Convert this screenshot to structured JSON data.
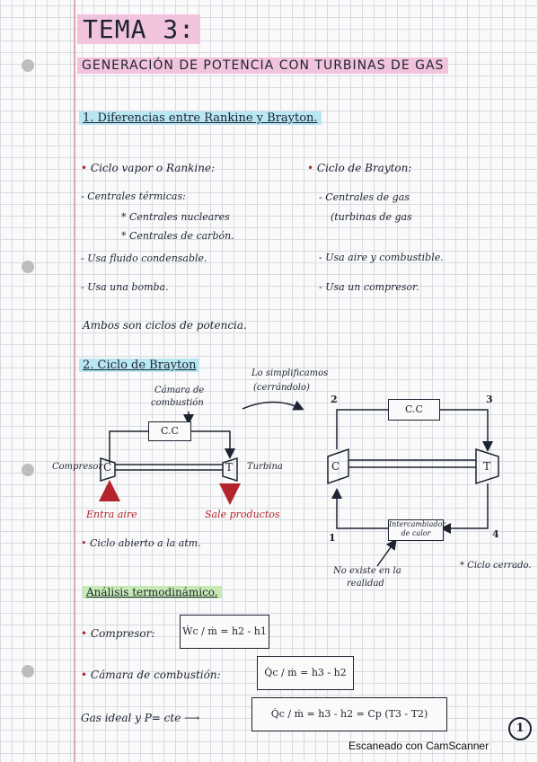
{
  "title": "TEMA 3:",
  "subtitle": "GENERACIÓN DE POTENCIA CON TURBINAS DE GAS",
  "section1": {
    "heading": "1. Diferencias entre Rankine y Brayton.",
    "rankine": {
      "label": "Ciclo vapor o Rankine:",
      "items": [
        "- Centrales térmicas:",
        "* Centrales nucleares",
        "* Centrales de carbón.",
        "- Usa fluido condensable.",
        "- Usa una bomba."
      ]
    },
    "brayton": {
      "label": "Ciclo de Brayton:",
      "items": [
        "- Centrales de gas",
        "(turbinas de gas",
        "- Usa aire y combustible.",
        "- Usa un compresor."
      ]
    },
    "both": "Ambos son ciclos de potencia."
  },
  "section2": {
    "heading": "2. Ciclo de Brayton",
    "simplify_note": [
      "Lo simplificamos",
      "(cerrándolo)"
    ],
    "open_cycle": {
      "chamber_label": [
        "Cámara de",
        "combustión"
      ],
      "cc": "C.C",
      "compressor_letter": "C",
      "turbine_letter": "T",
      "compressor_label": "Compresor",
      "turbine_label": "Turbina",
      "air_in": "Entra aire",
      "products_out": "Sale productos",
      "note": "Ciclo abierto a la atm."
    },
    "closed_cycle": {
      "cc": "C.C",
      "compressor_letter": "C",
      "turbine_letter": "T",
      "heat_exchanger": [
        "Intercambiador",
        "de calor"
      ],
      "points": [
        "1",
        "2",
        "3",
        "4"
      ],
      "not_real": [
        "No existe en la",
        "realidad"
      ],
      "note": "* Ciclo cerrado."
    }
  },
  "analysis": {
    "heading": "Análisis termodinámico.",
    "compressor_label": "Compresor:",
    "compressor_eq": "Ẇc / ṁ = h2 - h1",
    "chamber_label": "Cámara de combustión:",
    "chamber_eq": "Q̇c / ṁ = h3 - h2",
    "ideal_gas_label": "Gas ideal y P= cte",
    "ideal_gas_eq": "Q̇c / ṁ = h3 - h2 = Cp (T3 - T2)"
  },
  "page_number": "1",
  "footer": "Escaneado con CamScanner"
}
